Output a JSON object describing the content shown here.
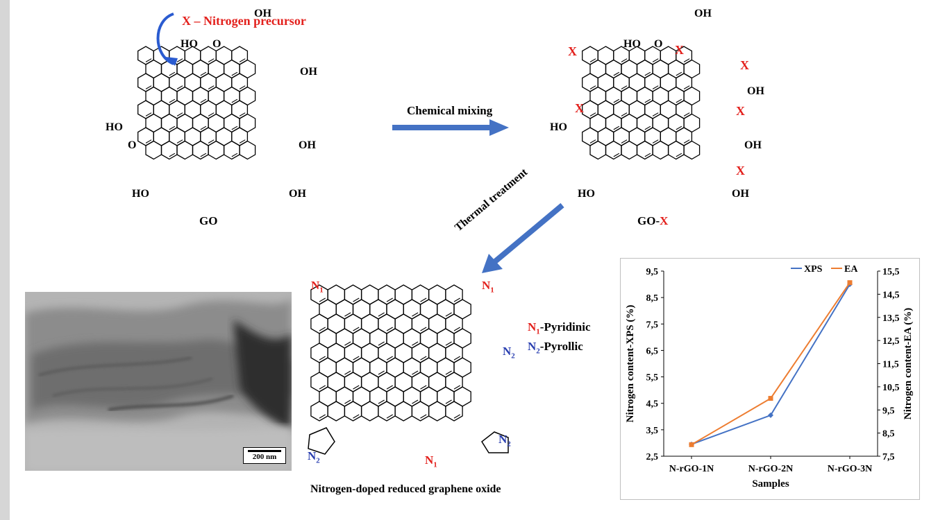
{
  "colors": {
    "red": "#e3211d",
    "blue": "#2a3fb0",
    "arrow": "#4472c4",
    "xps": "#4472c4",
    "ea": "#ed7d31"
  },
  "go": {
    "label": "GO",
    "precursor": "X – Nitrogen precursor",
    "groups": {
      "cooh_top": "HO",
      "cooh_top_o": "O",
      "cooh_left": "HO",
      "cooh_left_o": "O",
      "oh": "OH",
      "ho": "HO"
    }
  },
  "gox": {
    "label_prefix": "GO-",
    "label_suffix": "X",
    "x_marker": "X"
  },
  "step1": {
    "label": "Chemical mixing"
  },
  "step2": {
    "label": "Thermal treatment"
  },
  "ngo": {
    "label": "Nitrogen-doped reduced graphene oxide",
    "n": "N",
    "sub1": "1",
    "sub2": "2",
    "legend": {
      "pyridinic": "-Pyridinic",
      "pyrollic": "-Pyrollic"
    }
  },
  "tem": {
    "scale_label": "200 nm"
  },
  "chart_data": {
    "type": "line",
    "categories": [
      "N-rGO-1N",
      "N-rGO-2N",
      "N-rGO-3N"
    ],
    "xlabel": "Samples",
    "ylabel": "Nitrogen content-XPS (%)",
    "y2label": "Nitrogen content-EA (%)",
    "ylim": [
      2.5,
      9.5
    ],
    "y2lim": [
      7.5,
      15.5
    ],
    "yticks": [
      "2,5",
      "3,5",
      "4,5",
      "5,5",
      "6,5",
      "7,5",
      "8,5",
      "9,5"
    ],
    "y2ticks": [
      "7,5",
      "8,5",
      "9,5",
      "10,5",
      "11,5",
      "12,5",
      "13,5",
      "14,5",
      "15,5"
    ],
    "legend_position": "top-right",
    "series": [
      {
        "name": "XPS",
        "axis": "left",
        "values": [
          2.95,
          4.05,
          9.0
        ]
      },
      {
        "name": "EA",
        "axis": "right",
        "values": [
          8.0,
          10.0,
          15.0
        ]
      }
    ]
  }
}
